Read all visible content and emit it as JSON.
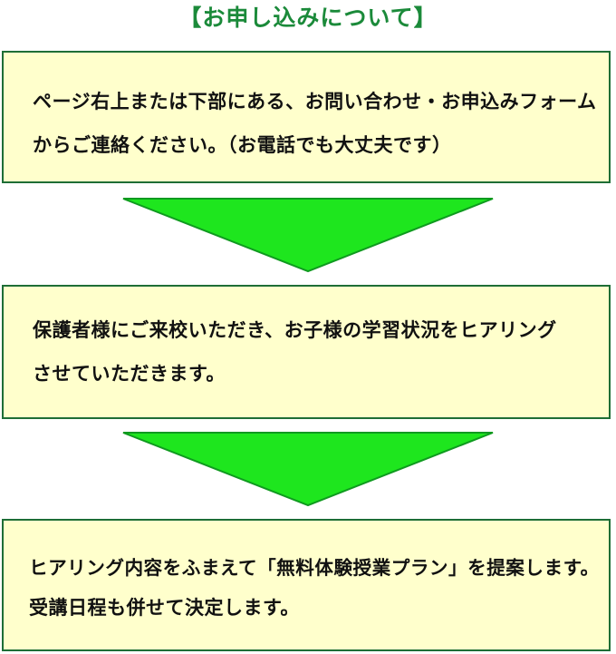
{
  "title": "【お申し込みについて】",
  "steps": [
    {
      "lines": [
        "ページ右上または下部にある、お問い合わせ・お申込みフォーム",
        "からご連絡ください。（お電話でも大丈夫です）"
      ]
    },
    {
      "lines": [
        "保護者様にご来校いただき、お子様の学習状況をヒアリング",
        "させていただきます。"
      ]
    },
    {
      "lines": [
        "ヒアリング内容をふまえて「無料体験授業プラン」を提案します。",
        "受講日程も併せて決定します。"
      ]
    }
  ],
  "colors": {
    "title": "#1b8a3a",
    "box_fill": "#ffffcc",
    "box_border": "#1e6e36",
    "arrow_fill": "#1ee61e",
    "arrow_stroke": "#0f9a1f"
  }
}
